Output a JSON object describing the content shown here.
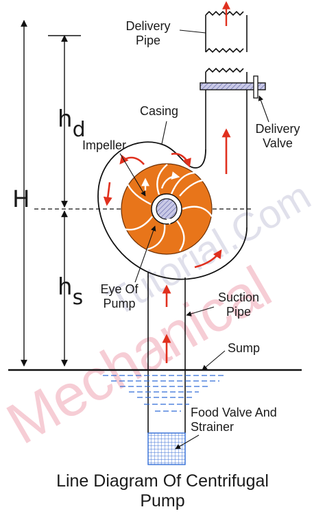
{
  "labels": {
    "delivery_pipe_line1": "Delivery",
    "delivery_pipe_line2": "Pipe",
    "casing": "Casing",
    "delivery_valve_line1": "Delivery",
    "delivery_valve_line2": "Valve",
    "impeller": "Impeller",
    "h_total": "H",
    "hd_main": "h",
    "hd_sub": "d",
    "hs_main": "h",
    "hs_sub": "s",
    "eye_line1": "Eye Of",
    "eye_line2": "Pump",
    "suction_line1": "Suction",
    "suction_line2": "Pipe",
    "sump": "Sump",
    "foot_valve_line1": "Food Valve And",
    "foot_valve_line2": "Strainer"
  },
  "title_line1": "Line Diagram Of Centrifugal",
  "title_line2": "Pump",
  "watermark": {
    "left": "Mechanical",
    "right": "Tutorial.Com"
  },
  "colors": {
    "impeller": "#e8751a",
    "arrow": "#e0301e",
    "water": "#2f6bd6",
    "valve": "#8a8fc8",
    "watermark_pink": "#f3b8c4",
    "watermark_gray": "#c7c7dc"
  }
}
